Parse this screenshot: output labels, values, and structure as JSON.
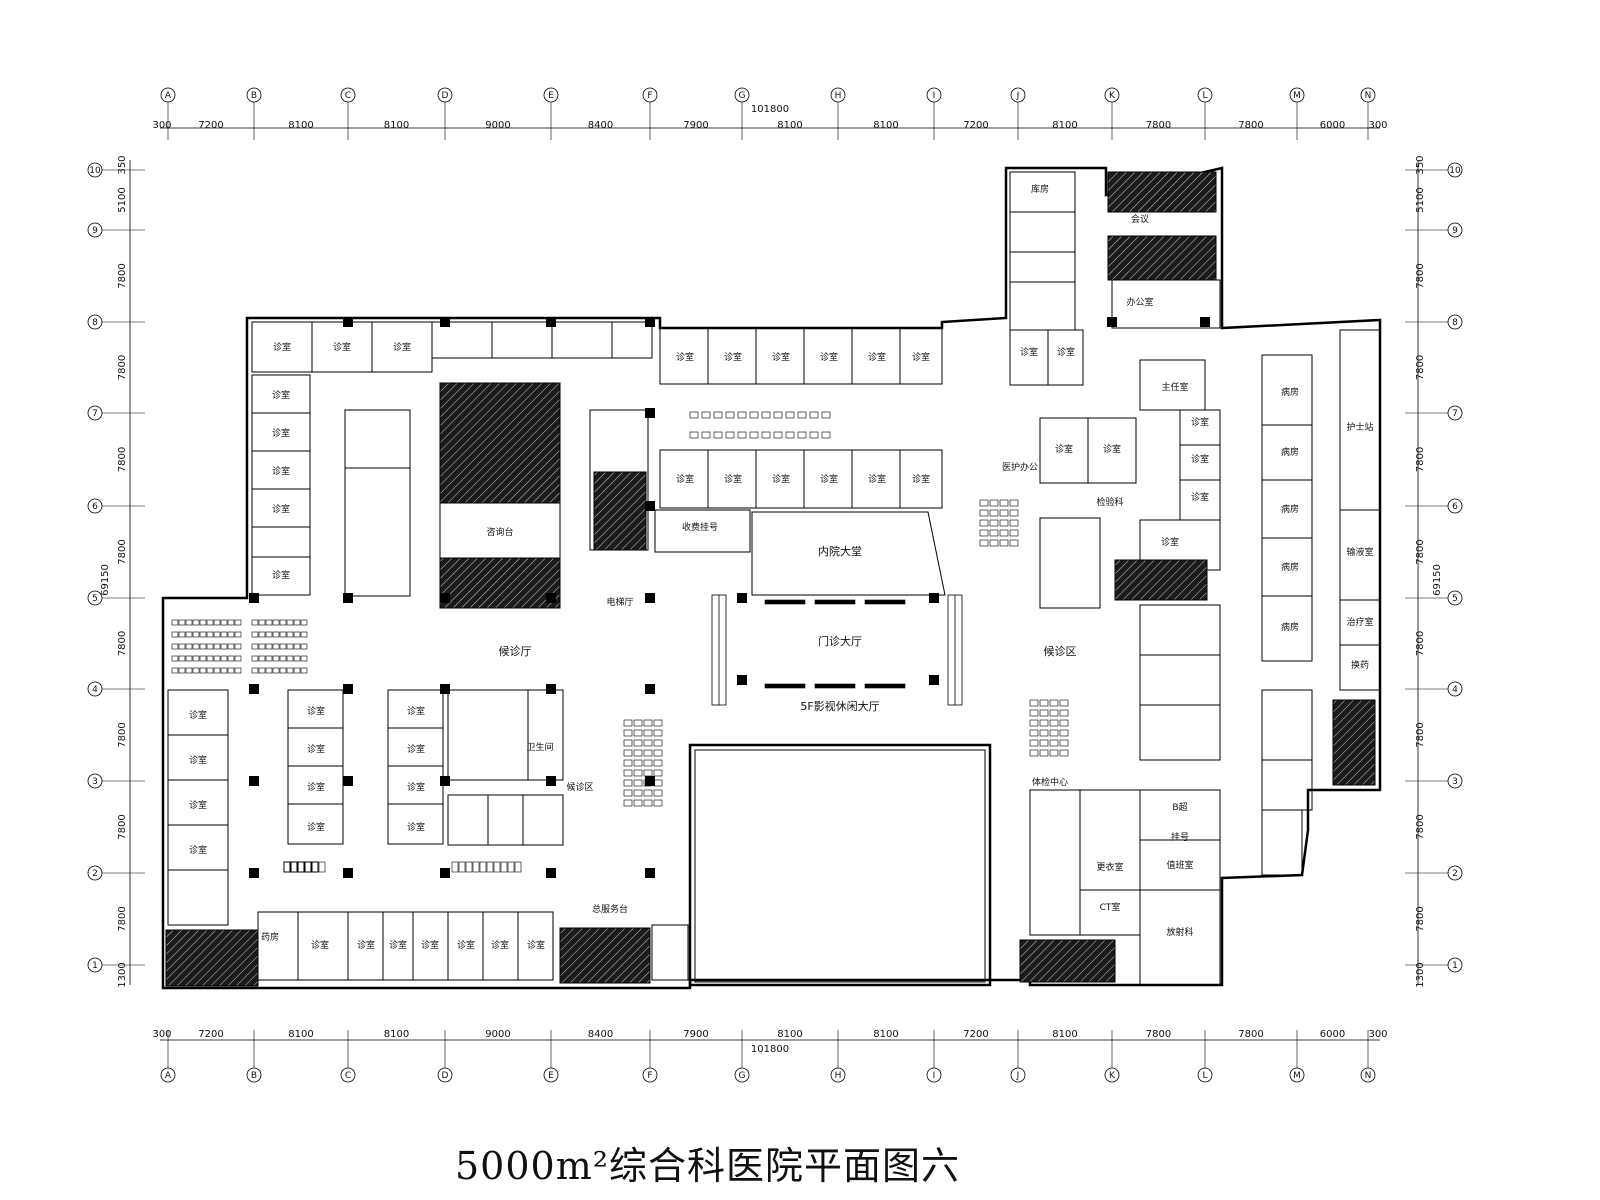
{
  "title": "5000m²综合科医院平面图六",
  "total_width_dim": "101800",
  "total_height_dim": "69150",
  "col_axes": [
    "A",
    "B",
    "C",
    "D",
    "E",
    "F",
    "G",
    "H",
    "I",
    "J",
    "K",
    "L",
    "M",
    "N"
  ],
  "col_dims": [
    "7200",
    "8100",
    "8100",
    "9000",
    "8400",
    "7900",
    "8100",
    "8100",
    "7200",
    "8100",
    "7800",
    "7800",
    "6000"
  ],
  "edge_dim": "300",
  "row_axes": [
    "10",
    "9",
    "8",
    "7",
    "6",
    "5",
    "4",
    "3",
    "2",
    "1"
  ],
  "row_dims": [
    "5100",
    "7800",
    "7800",
    "7800",
    "7800",
    "7800",
    "7800",
    "7800",
    "7800"
  ],
  "row_edge_top": "350",
  "row_edge_bottom": "1300",
  "rooms": {
    "hall_left": "候诊厅",
    "hall_center": "5F影视休闲大厅",
    "hall_upper": "门诊大厅",
    "inpatient": "内院大堂",
    "wait_right": "候诊区",
    "exam_center": "体检中心",
    "waiting": "候诊区",
    "clinic": "诊室",
    "ward": "病房",
    "nurse": "护士站",
    "elevator": "电梯厅",
    "front_desk": "总服务台",
    "pharmacy": "药房",
    "meeting": "会议",
    "office": "办公室",
    "storage": "库房",
    "pay": "收费挂号",
    "toilet": "卫生间",
    "injection": "输液室",
    "treatment": "治疗室",
    "lab": "检验科",
    "registration": "挂号",
    "duty": "值班室",
    "dressing": "换药",
    "ultrasound": "B超",
    "xray": "放射科",
    "ct": "CT室",
    "changing": "更衣室",
    "consult": "咨询台",
    "director": "主任室",
    "medical_staff": "医护办公"
  }
}
